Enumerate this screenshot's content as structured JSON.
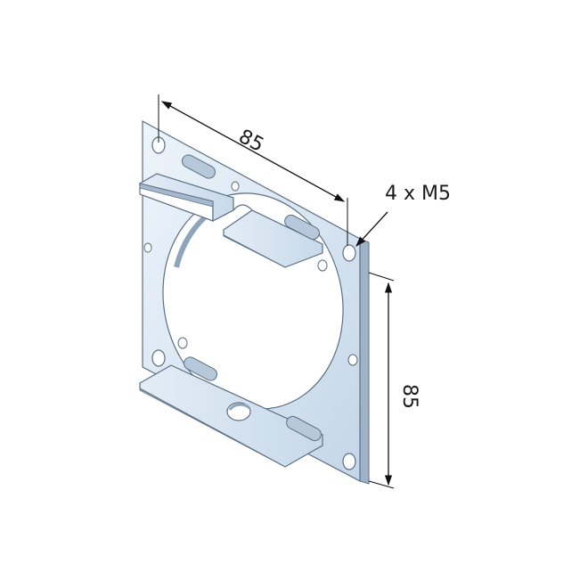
{
  "dimensions": {
    "horizontal": "85",
    "vertical": "85",
    "holes": "4 x M5"
  },
  "colors": {
    "plate_face": "#dce8f3",
    "plate_edge": "#a9bdd1",
    "plate_dark": "#7f97b0",
    "outline": "#5a6f85",
    "dimension_line": "#111111",
    "background": "#ffffff"
  }
}
